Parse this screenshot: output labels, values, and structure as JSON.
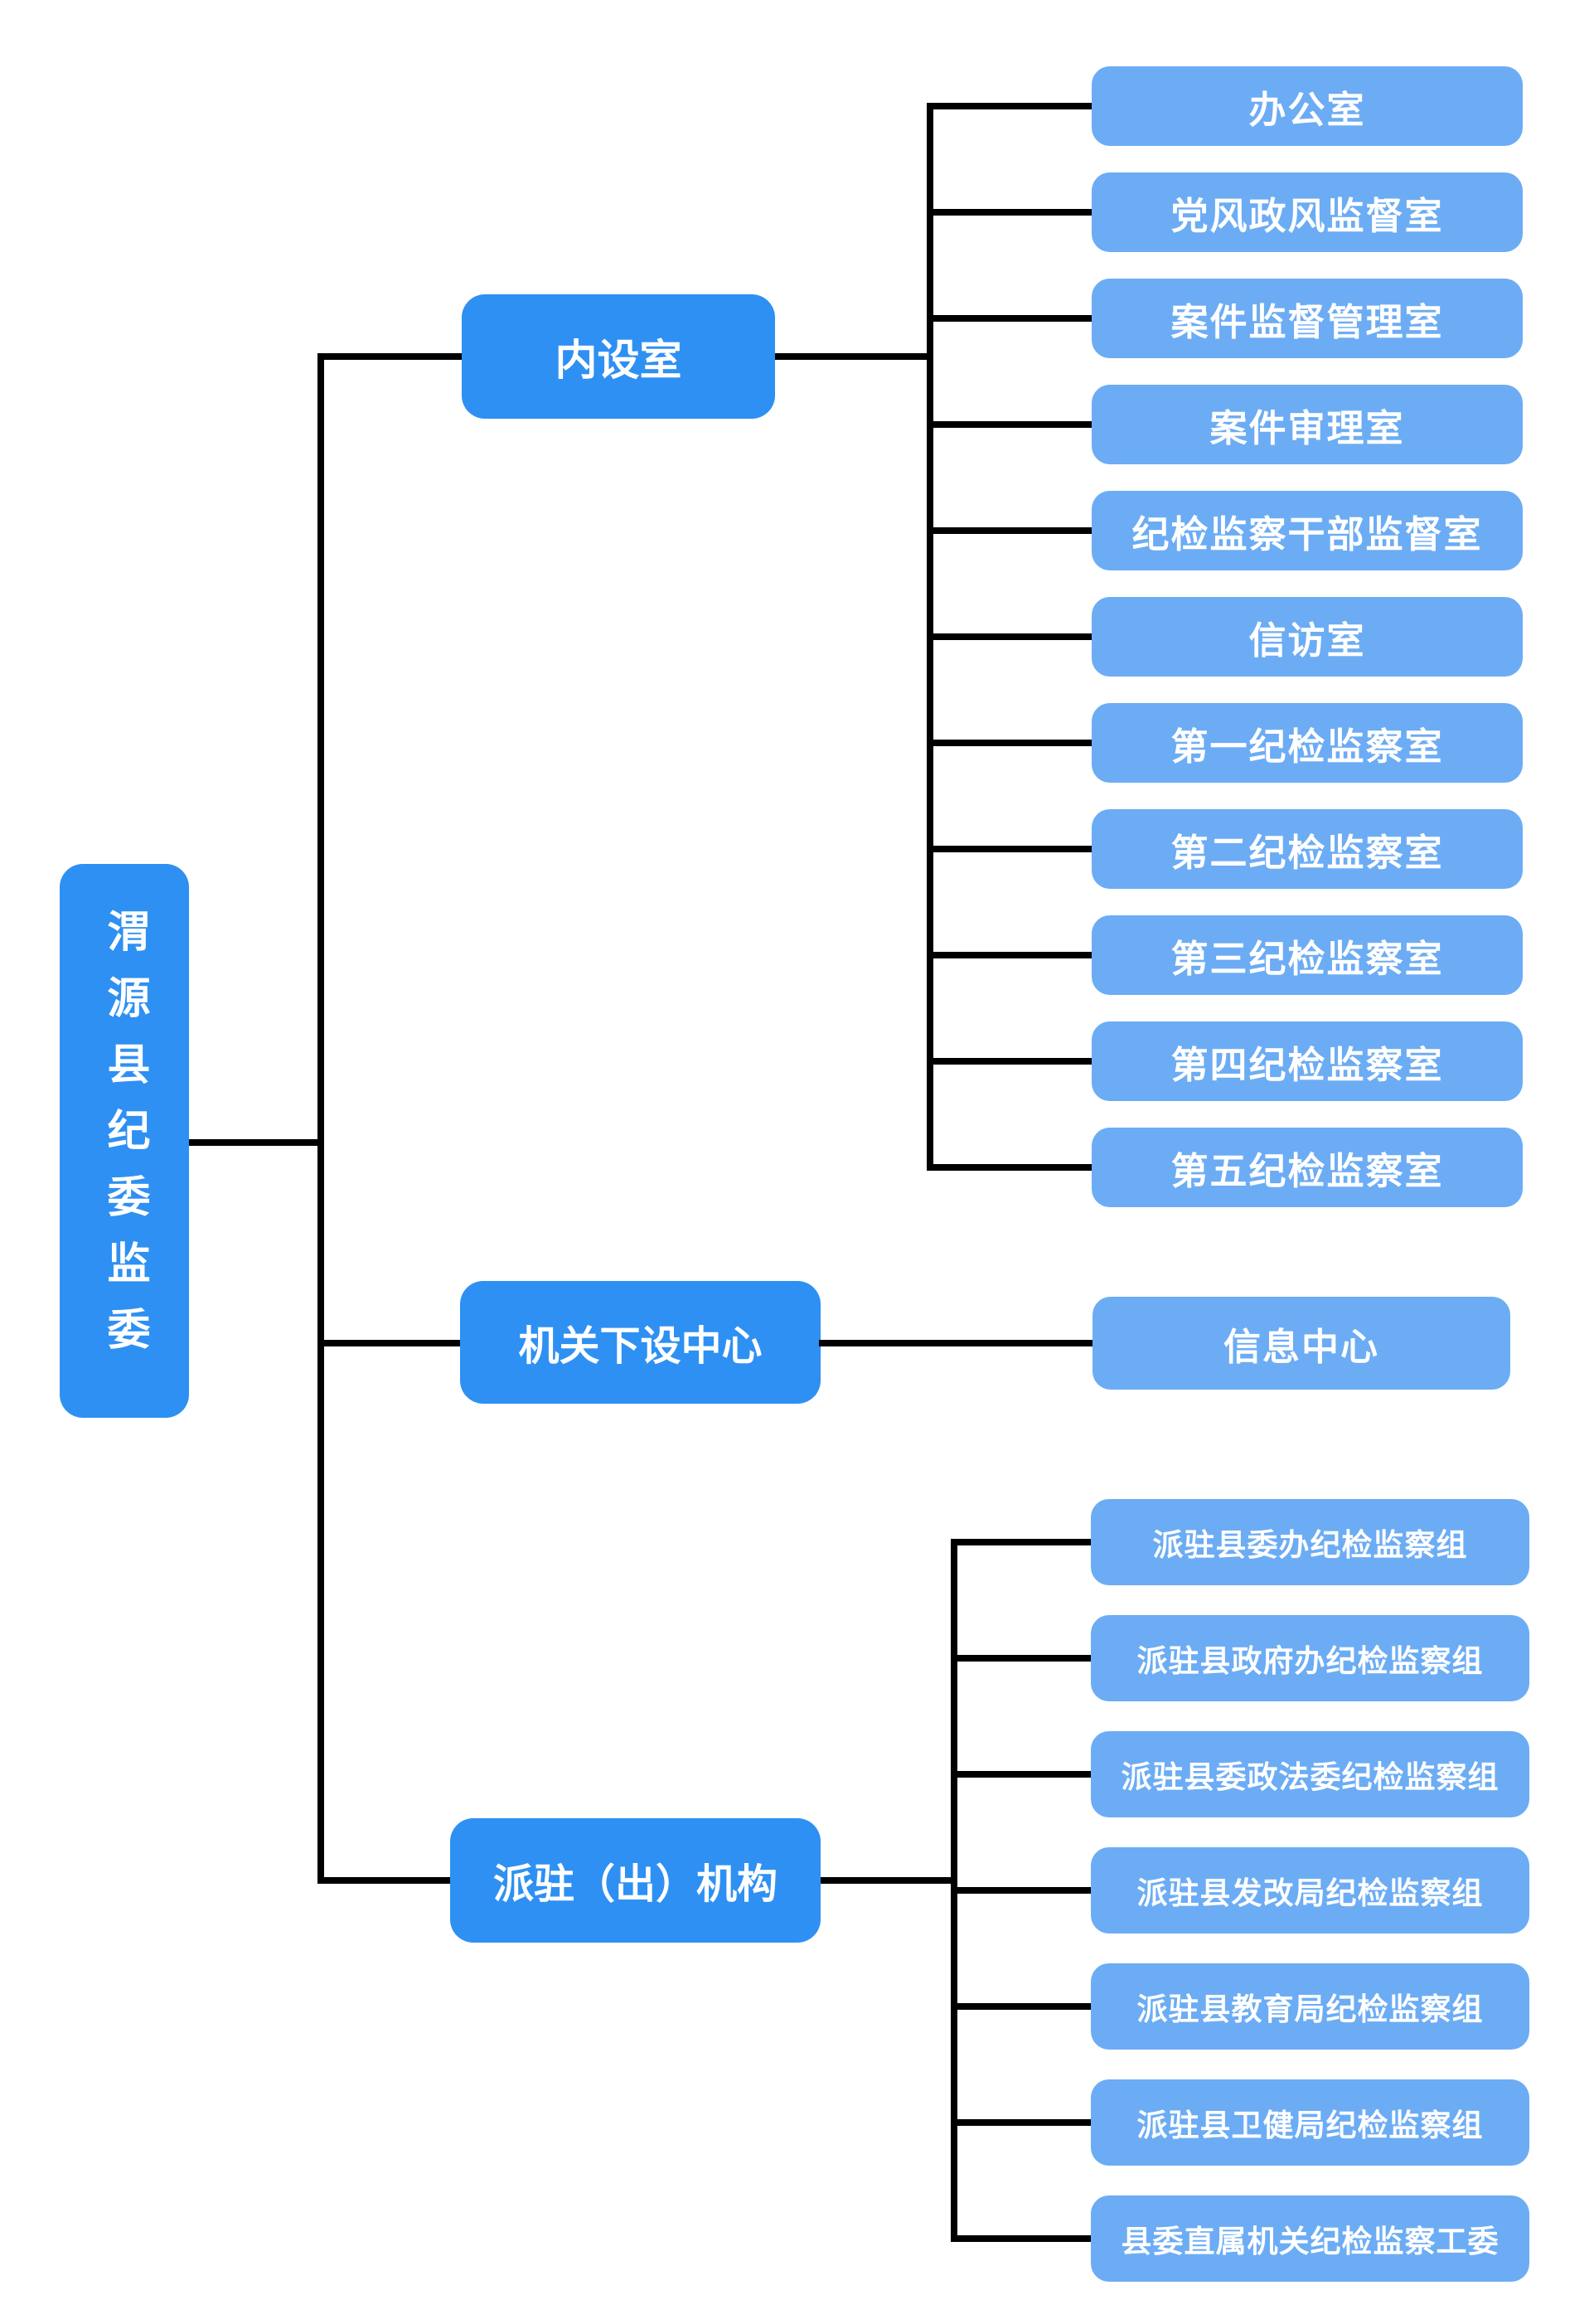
{
  "colors": {
    "node_primary": "#2e90f2",
    "node_leaf": "#6cacf4",
    "connector": "#000000",
    "text": "#ffffff",
    "background": "#ffffff"
  },
  "org_chart": {
    "type": "org-tree",
    "root": {
      "label": "渭源县纪委监委"
    },
    "branches": [
      {
        "label": "内设室",
        "children": [
          "办公室",
          "党风政风监督室",
          "案件监督管理室",
          "案件审理室",
          "纪检监察干部监督室",
          "信访室",
          "第一纪检监察室",
          "第二纪检监察室",
          "第三纪检监察室",
          "第四纪检监察室",
          "第五纪检监察室"
        ]
      },
      {
        "label": "机关下设中心",
        "children": [
          "信息中心"
        ]
      },
      {
        "label": "派驻（出）机构",
        "children": [
          "派驻县委办纪检监察组",
          "派驻县政府办纪检监察组",
          "派驻县委政法委纪检监察组",
          "派驻县发改局纪检监察组",
          "派驻县教育局纪检监察组",
          "派驻县卫健局纪检监察组",
          "县委直属机关纪检监察工委"
        ]
      }
    ]
  }
}
